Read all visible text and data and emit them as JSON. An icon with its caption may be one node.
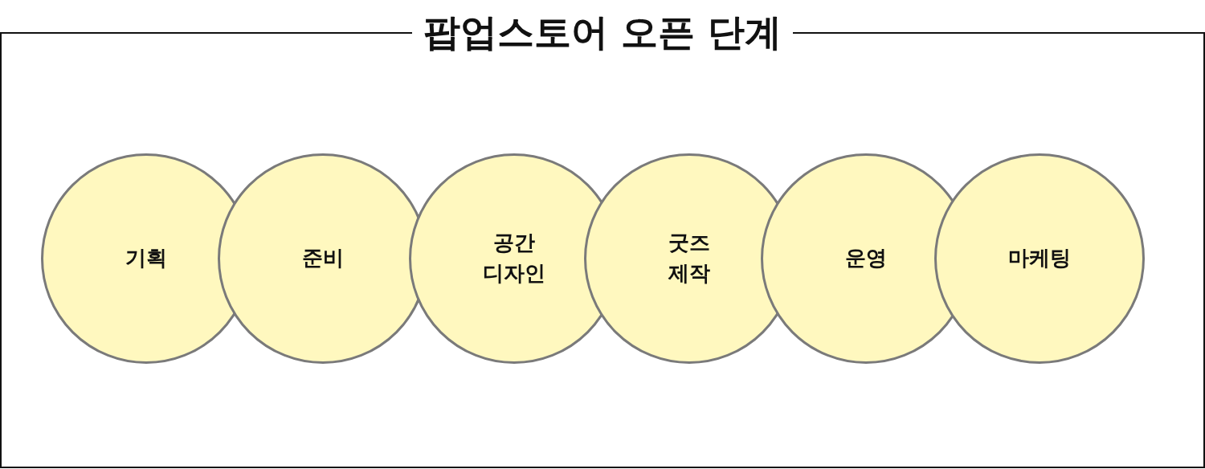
{
  "diagram": {
    "title": "팝업스토어 오픈 단계",
    "nodes": [
      {
        "text": [
          "기획"
        ]
      },
      {
        "text": [
          "준비"
        ]
      },
      {
        "text": [
          "공간 디자인"
        ]
      },
      {
        "text": [
          "굿즈 제작"
        ]
      },
      {
        "text": [
          "운영"
        ]
      },
      {
        "text": [
          "마케팅"
        ]
      }
    ]
  }
}
